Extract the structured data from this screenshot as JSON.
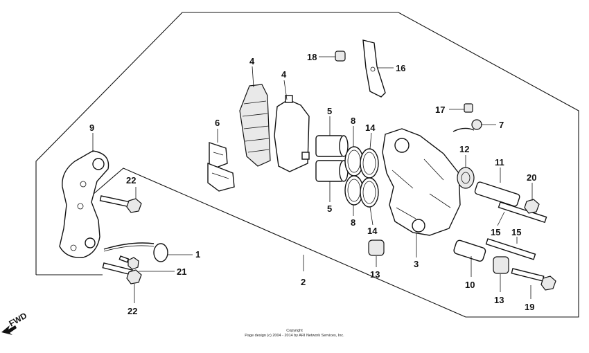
{
  "callouts": {
    "c1": "1",
    "c2": "2",
    "c3": "3",
    "c4a": "4",
    "c4b": "4",
    "c5a": "5",
    "c5b": "5",
    "c6": "6",
    "c7": "7",
    "c8a": "8",
    "c8b": "8",
    "c9": "9",
    "c10": "10",
    "c11": "11",
    "c12": "12",
    "c13a": "13",
    "c13b": "13",
    "c14a": "14",
    "c14b": "14",
    "c15a": "15",
    "c15b": "15",
    "c16": "16",
    "c17": "17",
    "c18": "18",
    "c19": "19",
    "c20": "20",
    "c21": "21",
    "c22a": "22",
    "c22b": "22"
  },
  "fwd_label": "FWD",
  "copyright": {
    "line1": "Copyright",
    "line2": "Page design (c) 2004 - 2014 by ARI Network Services, Inc."
  }
}
